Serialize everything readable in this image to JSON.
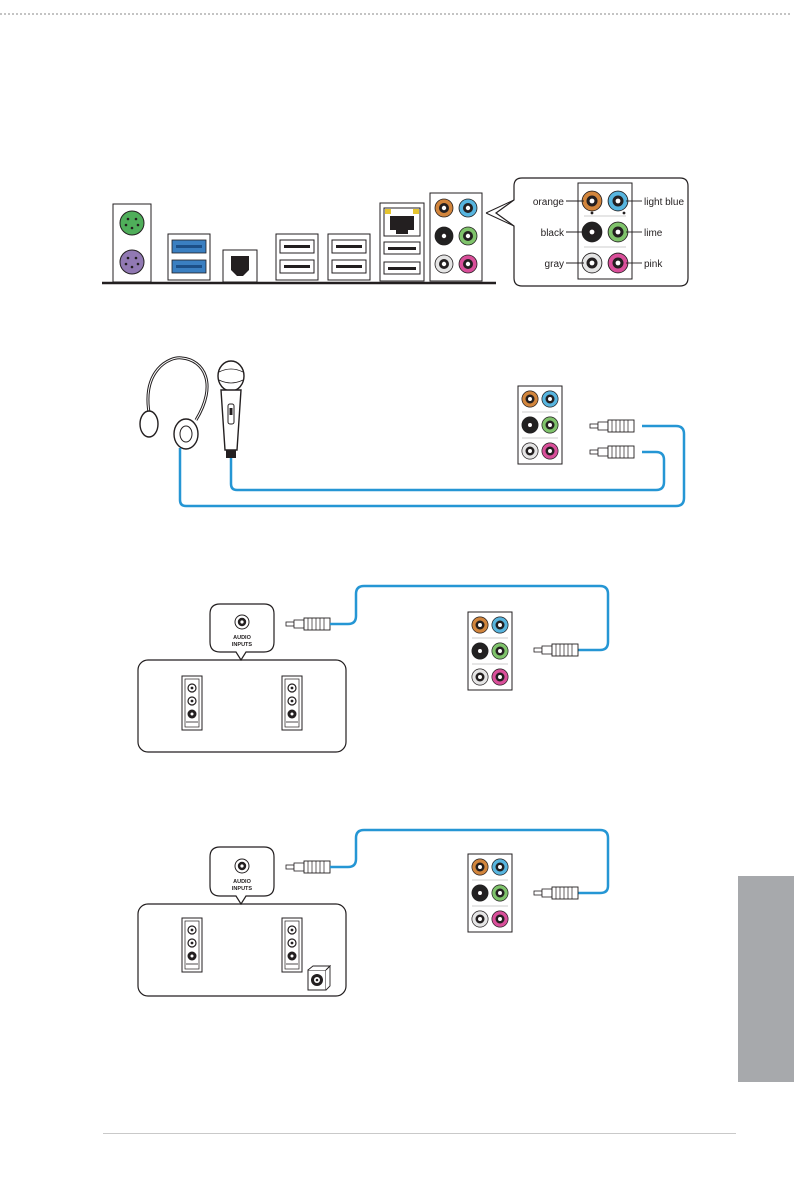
{
  "legend": {
    "orange": "orange",
    "light_blue": "light blue",
    "black": "black",
    "lime": "lime",
    "gray": "gray",
    "pink": "pink"
  },
  "audio_inputs": {
    "line1": "AUDIO",
    "line2": "INPUTS"
  },
  "colors": {
    "orange": "#d2853c",
    "light_blue": "#57b5df",
    "black": "#222222",
    "lime": "#7fc36b",
    "gray": "#e5e5e5",
    "pink": "#d94f9a",
    "cable": "#2596d4",
    "ps2_keyboard": "#9179b3",
    "ps2_mouse": "#4fae5a",
    "side_tab": "#a7a9ac"
  }
}
